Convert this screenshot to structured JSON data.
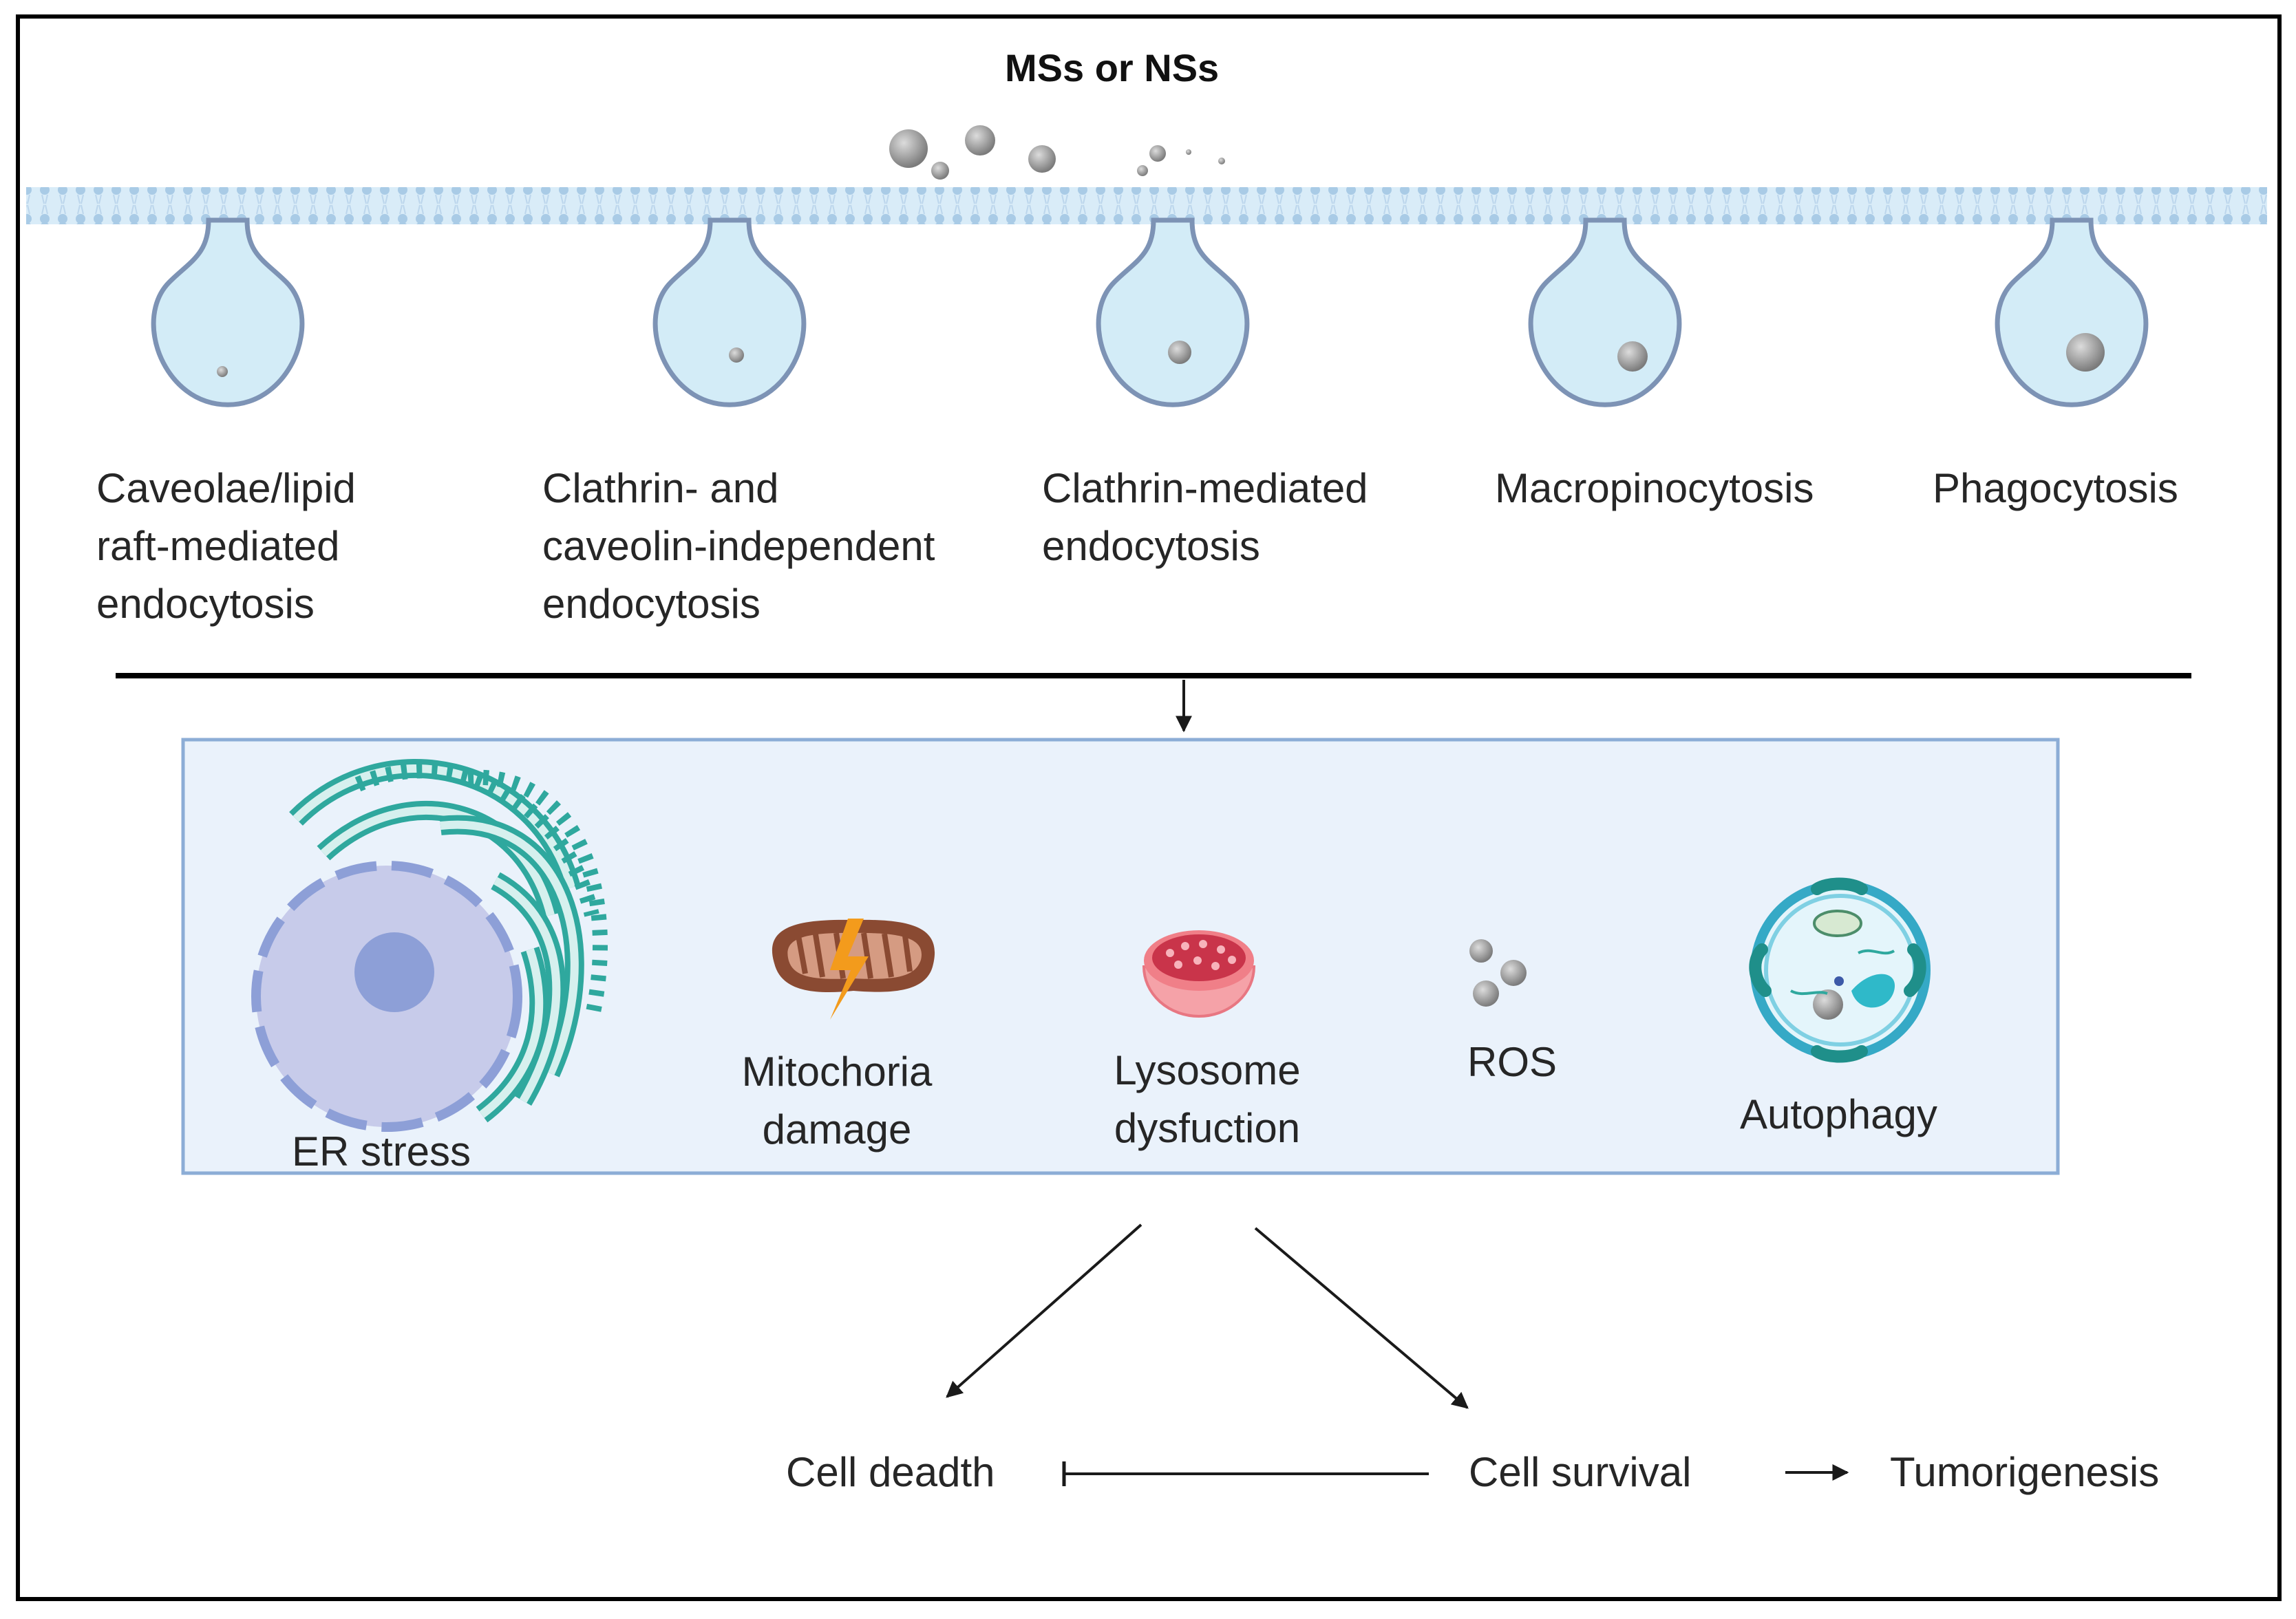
{
  "diagram": {
    "title": "MSs or NSs",
    "uptake_pathways": [
      {
        "lines": [
          "Caveolae/lipid",
          "raft-mediated",
          "endocytosis"
        ]
      },
      {
        "lines": [
          "Clathrin- and",
          "caveolin-independent",
          "endocytosis"
        ]
      },
      {
        "lines": [
          "Clathrin-mediated",
          "endocytosis"
        ]
      },
      {
        "lines": [
          "Macropinocytosis"
        ]
      },
      {
        "lines": [
          "Phagocytosis"
        ]
      }
    ],
    "cellular_effects": [
      {
        "lines": [
          "ER stress"
        ]
      },
      {
        "lines": [
          "Mitochoria",
          "damage"
        ]
      },
      {
        "lines": [
          "Lysosome",
          "dysfuction"
        ]
      },
      {
        "lines": [
          "ROS"
        ]
      },
      {
        "lines": [
          "Autophagy"
        ]
      }
    ],
    "outcomes": {
      "death": "Cell deadth",
      "survival": "Cell survival",
      "tumor": "Tumorigenesis"
    },
    "colors": {
      "membrane": "#8fb6d8",
      "vesicle_fill": "#d3ecf7",
      "vesicle_stroke": "#7d93b5",
      "panel_fill": "#eaf2fb",
      "panel_stroke": "#8cadd6",
      "er": "#2fa89e",
      "nucleus": "#c7cbea",
      "nucleolus": "#8d9fd7",
      "mitochondria": "#8a4a32",
      "lightning": "#f39b1c",
      "lysosome": "#f07f88",
      "particle": "#9b9b9b"
    }
  }
}
